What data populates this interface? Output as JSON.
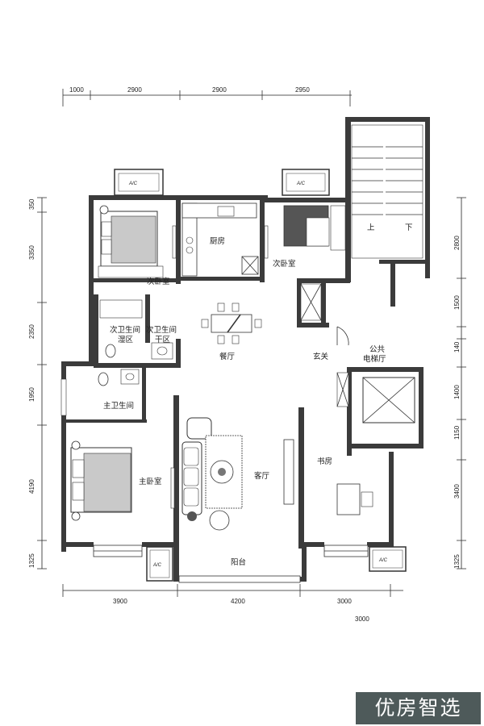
{
  "dimensions": {
    "top": [
      "1000",
      "2900",
      "2900",
      "2950"
    ],
    "bottom": [
      "3900",
      "4200",
      "3000"
    ],
    "left": [
      "350",
      "3350",
      "2350",
      "1950",
      "4190",
      "1325"
    ],
    "right": [
      "2800",
      "1500",
      "140",
      "1400",
      "1150",
      "3400",
      "1325"
    ],
    "bottom_extra": "3000"
  },
  "rooms": {
    "second_bedroom_1": "次卧室",
    "kitchen": "厨房",
    "second_bedroom_2": "次卧室",
    "second_bath_wet": "次卫生间\n湿区",
    "second_bath_dry": "次卫生间\n干区",
    "dining": "餐厅",
    "foyer": "玄关",
    "public_lobby": "公共\n电梯厅",
    "master_bath": "主卫生间",
    "living": "客厅",
    "study": "书房",
    "master_bedroom": "主卧室",
    "balcony": "阳台",
    "stair_up": "上",
    "stair_down": "下"
  },
  "ac_label": "A/C",
  "watermark": "优房智选"
}
